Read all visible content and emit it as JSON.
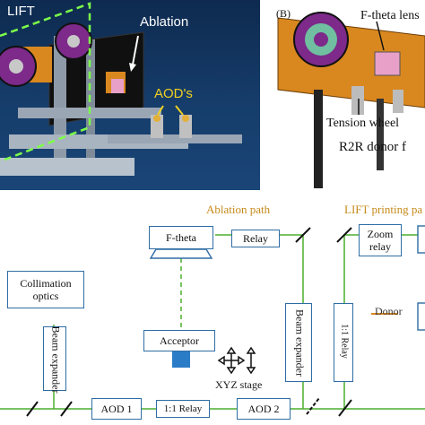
{
  "panel_a": {
    "label_lift": "LIFT",
    "label_ablation": "Ablation",
    "label_aods": "AOD's"
  },
  "panel_b": {
    "panel_letter": "(B)",
    "label_ftheta": "F-theta lens",
    "label_tension": "Tension wheel",
    "label_r2r": "R2R donor f"
  },
  "diagram": {
    "ablation_path": "Ablation path",
    "lift_path": "LIFT printing pa",
    "ftheta": "F-theta",
    "relay_top": "Relay",
    "zoom_relay_1": "Zoom",
    "zoom_relay_2": "relay",
    "collimation_1": "Collimation",
    "collimation_2": "optics",
    "beam_expander_left": "Beam expander",
    "acceptor": "Acceptor",
    "xyz_stage": "XYZ stage",
    "beam_expander_mid": "Beam expander",
    "relay_vertical": "1:1 Relay",
    "donor": "Donor",
    "aod1": "AOD 1",
    "relay_bottom": "1:1 Relay",
    "aod2": "AOD 2"
  },
  "colors": {
    "beam": "#4caf2e",
    "box_border": "#2e6da4",
    "path_label": "#c58a1a",
    "stage_blue": "#2a7cc7",
    "frame_orange": "#d9881f",
    "reel_purple": "#7d2a8a",
    "highlight_green": "#7dff4a"
  }
}
